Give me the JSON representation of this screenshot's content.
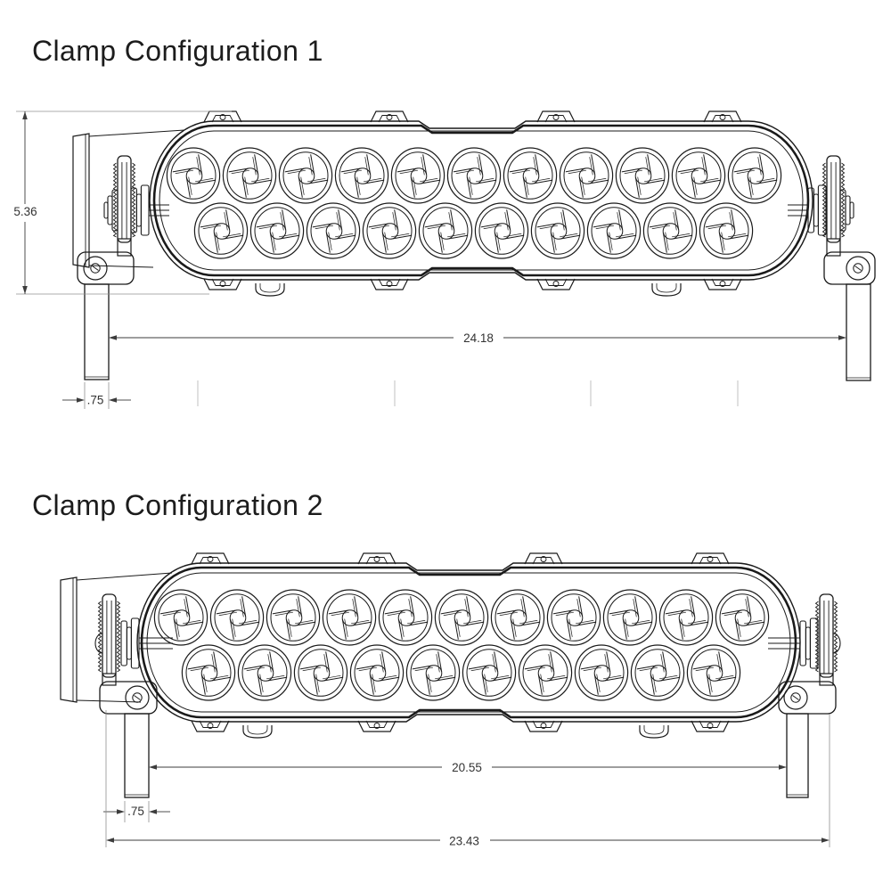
{
  "page": {
    "background": "#ffffff"
  },
  "drawing": {
    "line_color": "#1a1a1a",
    "dimension_color": "#3c3c3c",
    "extension_color": "#909090",
    "faint_tick_color": "#cccccc"
  },
  "lightbar": {
    "led_lens_rows": [
      {
        "position": "top",
        "count": 11
      },
      {
        "position": "bottom",
        "count": 10
      }
    ]
  },
  "configurations": [
    {
      "title": "Clamp Configuration 1",
      "clamp_style": "outboard",
      "dimensions": {
        "height": "5.36",
        "clamp_span": "24.18",
        "leg_width": ".75"
      }
    },
    {
      "title": "Clamp Configuration 2",
      "clamp_style": "inboard",
      "dimensions": {
        "clamp_span": "20.55",
        "leg_width": ".75",
        "overall_width": "23.43"
      }
    }
  ]
}
